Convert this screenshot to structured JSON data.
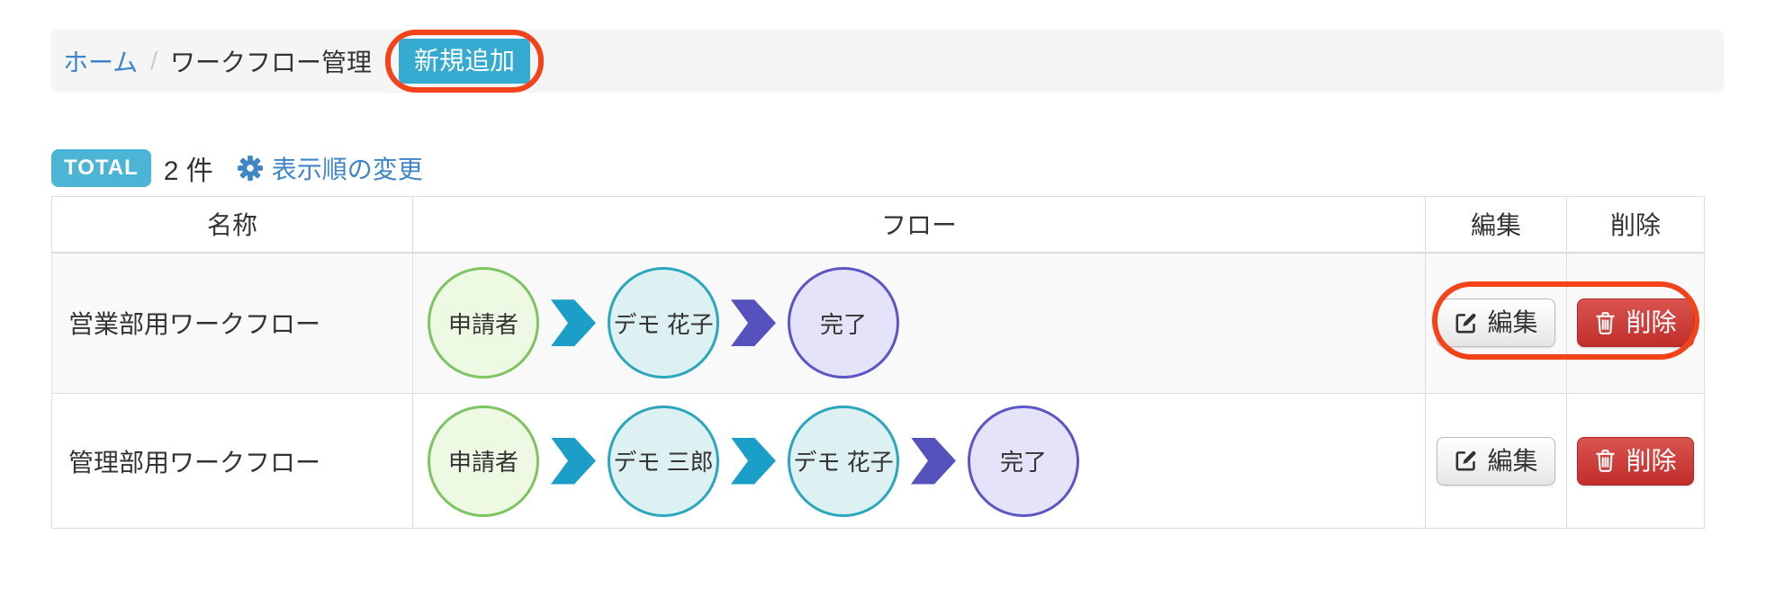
{
  "breadcrumb": {
    "home": "ホーム",
    "separator": "/",
    "current": "ワークフロー管理"
  },
  "header": {
    "new_button_label": "新規追加"
  },
  "summary": {
    "total_label": "TOTAL",
    "count": "2 件",
    "order_link": "表示順の変更"
  },
  "table": {
    "headers": {
      "name": "名称",
      "flow": "フロー",
      "edit": "編集",
      "delete": "削除"
    },
    "rows": [
      {
        "name": "営業部用ワークフロー",
        "flow_nodes": [
          {
            "label": "申請者",
            "type": "start"
          },
          {
            "label": "デモ 花子",
            "type": "step"
          },
          {
            "label": "完了",
            "type": "end"
          }
        ],
        "edit_label": "編集",
        "delete_label": "削除",
        "annotated": true
      },
      {
        "name": "管理部用ワークフロー",
        "flow_nodes": [
          {
            "label": "申請者",
            "type": "start"
          },
          {
            "label": "デモ 三郎",
            "type": "step"
          },
          {
            "label": "デモ 花子",
            "type": "step"
          },
          {
            "label": "完了",
            "type": "end"
          }
        ],
        "edit_label": "編集",
        "delete_label": "削除",
        "annotated": false
      }
    ]
  },
  "icons": {
    "gear": "gear-icon",
    "edit": "edit-pencil-square-icon",
    "delete": "trash-icon"
  },
  "colors": {
    "annotation": "#f4431a",
    "new_button_bg": "#36abd2",
    "total_badge_bg": "#4cb4d5",
    "link_blue": "#3e86c6",
    "node_start_border": "#7dc463",
    "node_start_fill": "#edf9e3",
    "node_step_border": "#2ba7bd",
    "node_step_fill": "#ddf0f2",
    "node_end_border": "#5b55c5",
    "node_end_fill": "#e4e3f9",
    "arrow_teal": "#1b9fc8",
    "arrow_indigo": "#5551bd",
    "delete_button_bg": "#d9534f",
    "row_stripe": "#f9f9f9",
    "table_border": "#dddddd",
    "breadcrumb_bg": "#f5f5f5"
  }
}
